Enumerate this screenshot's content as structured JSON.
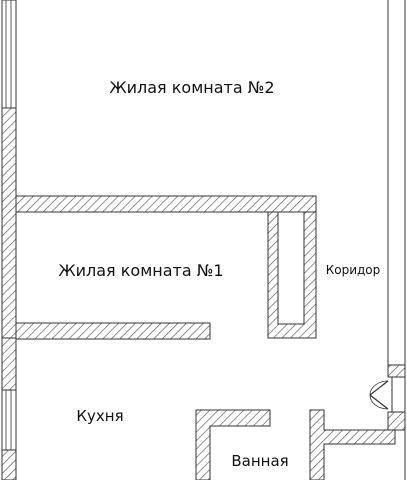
{
  "plan": {
    "rooms": [
      {
        "id": "living-room-2",
        "label": "Жилая комната №2"
      },
      {
        "id": "living-room-1",
        "label": "Жилая комната №1"
      },
      {
        "id": "corridor",
        "label": "Коридор"
      },
      {
        "id": "kitchen",
        "label": "Кухня"
      },
      {
        "id": "bathroom",
        "label": "Ванная"
      }
    ],
    "colors": {
      "wall_outline": "#333333",
      "wall_hatch": "#555555",
      "background": "#ffffff"
    }
  }
}
